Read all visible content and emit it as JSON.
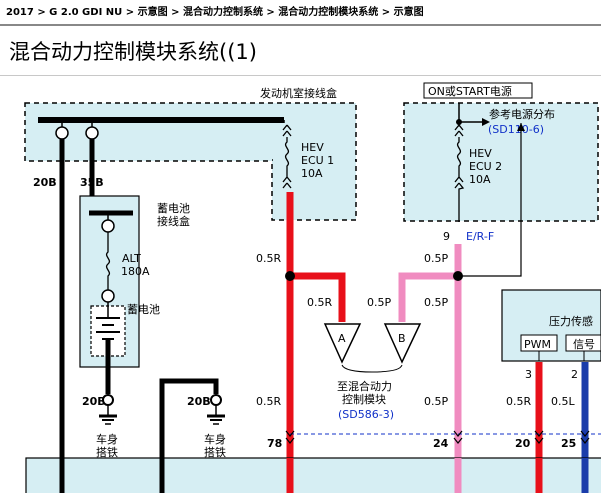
{
  "breadcrumb": "2017 > G 2.0 GDI NU > 示意图 > 混合动力控制系统 > 混合动力控制模块系统 > 示意图",
  "title": "混合动力控制模块系统((1)",
  "labels": {
    "engine_junction_box": "发动机室接线盒",
    "on_start_power": "ON或START电源",
    "ref_power_dist": "参考电源分布",
    "ref_power_dist_code": "(SD110-6)",
    "fuse1_line1": "HEV",
    "fuse1_line2": "ECU 1",
    "fuse1_line3": "10A",
    "fuse2_line1": "HEV",
    "fuse2_line2": "ECU 2",
    "fuse2_line3": "10A",
    "battery_junction_line1": "蓄电池",
    "battery_junction_line2": "接线盒",
    "alt_line1": "ALT",
    "alt_line2": "180A",
    "battery": "蓄电池",
    "pin_20b_top": "20B",
    "pin_35b": "35B",
    "pin_20b_left": "20B",
    "pin_20b_mid": "20B",
    "chassis_ground_line1": "车身",
    "chassis_ground_line2": "搭铁",
    "chassis_ground2_line1": "车身",
    "chassis_ground2_line2": "搭铁",
    "wire_05r_a": "0.5R",
    "wire_05r_b": "0.5R",
    "wire_05r_c": "0.5R",
    "wire_05p_a": "0.5P",
    "wire_05p_b": "0.5P",
    "wire_05p_c": "0.5P",
    "wire_05p_d": "0.5P",
    "wire_05r_right": "0.5R",
    "wire_05l_right": "0.5L",
    "pin_9": "9",
    "er_f": "E/R-F",
    "conn_a": "A",
    "conn_b": "B",
    "to_hcu_line1": "至混合动力",
    "to_hcu_line2": "控制模块",
    "to_hcu_code": "(SD586-3)",
    "pressure_sensor": "压力传感",
    "pwm": "PWM",
    "signal": "信号",
    "pin_3": "3",
    "pin_2": "2",
    "pin_78": "78",
    "pin_24": "24",
    "pin_20": "20",
    "pin_25": "25"
  },
  "colors": {
    "red_wire": "#e8101a",
    "pink_wire": "#f08cc0",
    "blue_wire": "#1a3caa",
    "black_wire": "#000000",
    "box_fill": "#d6eef3",
    "ref_blue": "#1030c8"
  }
}
